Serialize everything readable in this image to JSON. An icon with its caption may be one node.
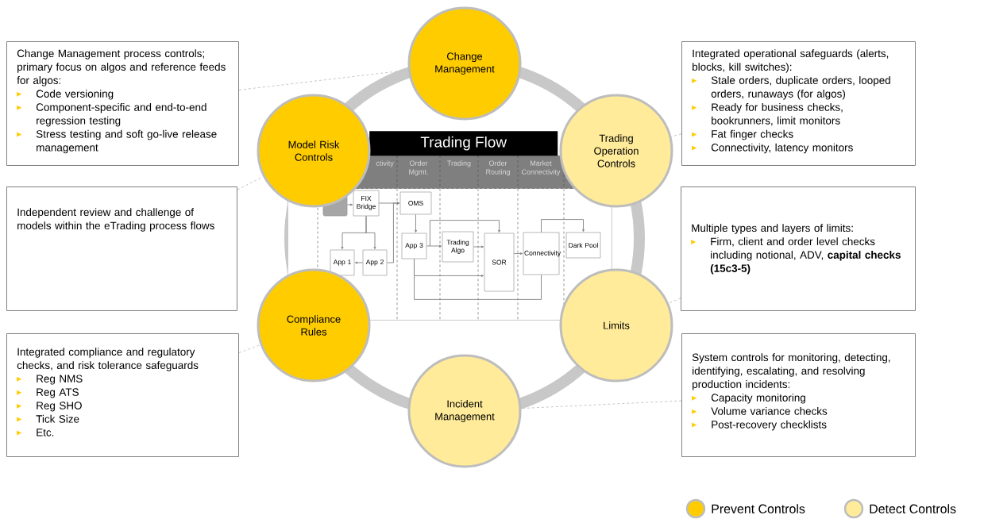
{
  "diagram": {
    "nodes": [
      {
        "text": [
          "Change Management"
        ]
      },
      {
        "text": [
          "Trading Operation Controls"
        ]
      },
      {
        "text": [
          "Limits"
        ]
      },
      {
        "text": [
          "Incident Management"
        ]
      },
      {
        "text": [
          "Compliance Rules"
        ]
      },
      {
        "text": [
          "Model Risk Controls"
        ]
      },
      {
        "text": [
          "Change Management process controls; primary focus on algos and reference feeds for algos:",
          "Code versioning",
          "Component-specific and end-to-end regression testing",
          "Stress testing and soft go-live release management"
        ]
      },
      {
        "text": [
          "Independent review and challenge of models within the eTrading process flows"
        ]
      },
      {
        "text": [
          "Integrated compliance and regulatory checks, and risk tolerance safeguards",
          "Reg NMS",
          "Reg ATS",
          "Reg SHO",
          "Tick Size",
          "Etc."
        ]
      },
      {
        "text": [
          "Integrated operational safeguards (alerts, blocks, kill switches):",
          "Stale orders, duplicate orders, looped orders, runaways (for algos)",
          "Ready for business checks, bookrunners, limit monitors",
          "Fat finger checks",
          "Connectivity, latency monitors"
        ]
      },
      {
        "text": [
          "Multiple types and layers of limits:",
          "Firm, client and order level checks including notional, ADV, **capital checks (15c3-5)**"
        ]
      },
      {
        "text": [
          "System controls for monitoring, detecting, identifying, escalating, and resolving production incidents:",
          "Capacity monitoring",
          "Volume variance checks",
          "Post-recovery checklists"
        ]
      },
      {
        "text": [
          "Trading Flow"
        ]
      },
      {
        "text": [
          "ctivity"
        ],
        "in": 12
      },
      {
        "text": [
          "Order Mgmt."
        ],
        "in": 12
      },
      {
        "text": [
          "Trading"
        ],
        "in": 12
      },
      {
        "text": [
          "Order Routing"
        ],
        "in": 12
      },
      {
        "text": [
          "Market Connectivity"
        ],
        "in": 12
      },
      {
        "text": [],
        "shape": "box",
        "in": 12
      },
      {
        "text": [
          "FIX Bridge"
        ],
        "in": 12
      },
      {
        "text": [
          "OMS"
        ],
        "in": 12
      },
      {
        "text": [
          "App 1"
        ],
        "in": 12
      },
      {
        "text": [
          "App 2"
        ],
        "in": 12
      },
      {
        "text": [
          "App 3"
        ],
        "in": 12
      },
      {
        "text": [
          "Trading Algo"
        ],
        "in": 12
      },
      {
        "text": [
          "SOR"
        ],
        "in": 12
      },
      {
        "text": [
          "Connectivity"
        ],
        "in": 12
      },
      {
        "text": [
          "Dark Pool"
        ],
        "in": 12
      }
    ],
    "edges": [
      {
        "from": 6,
        "to": 0,
        "arrow": "none",
        "style": "dashed",
        "color": "#bfbfbf"
      },
      {
        "from": 7,
        "to": 5,
        "arrow": "none",
        "style": "dashed",
        "color": "#bfbfbf"
      },
      {
        "from": 8,
        "to": 4,
        "arrow": "none",
        "style": "dashed",
        "color": "#bfbfbf"
      },
      {
        "from": 9,
        "to": 1,
        "arrow": "none",
        "style": "dashed",
        "color": "#bfbfbf"
      },
      {
        "from": 10,
        "to": 2,
        "arrow": "none",
        "style": "dashed",
        "color": "#bfbfbf"
      },
      {
        "from": 11,
        "to": 3,
        "arrow": "none",
        "style": "dashed",
        "color": "#bfbfbf"
      },
      {
        "from": 18,
        "to": 19,
        "arrow": "to"
      },
      {
        "from": 19,
        "to": 20,
        "arrow": "to"
      },
      {
        "from": 19,
        "to": 21,
        "arrow": "to"
      },
      {
        "from": 19,
        "to": 22,
        "arrow": "to"
      },
      {
        "from": 22,
        "to": 21,
        "arrow": "to"
      },
      {
        "from": 22,
        "to": 20,
        "arrow": "to"
      },
      {
        "from": 20,
        "to": 23,
        "arrow": "to"
      },
      {
        "from": 23,
        "to": 24,
        "arrow": "to"
      },
      {
        "from": 23,
        "to": 25,
        "arrow": "to"
      },
      {
        "from": 23,
        "to": 25,
        "arrow": "to"
      },
      {
        "from": 24,
        "to": 25,
        "arrow": "to"
      },
      {
        "from": 25,
        "to": 26,
        "arrow": "to"
      },
      {
        "from": 26,
        "to": 27,
        "arrow": "to"
      },
      {
        "from": 26,
        "to": 23,
        "arrow": "none"
      }
    ],
    "legend": [
      {
        "text": "Prevent Controls",
        "color": "#ffcc00"
      },
      {
        "text": "Detect Controls",
        "color": "#ffeb99"
      }
    ]
  }
}
